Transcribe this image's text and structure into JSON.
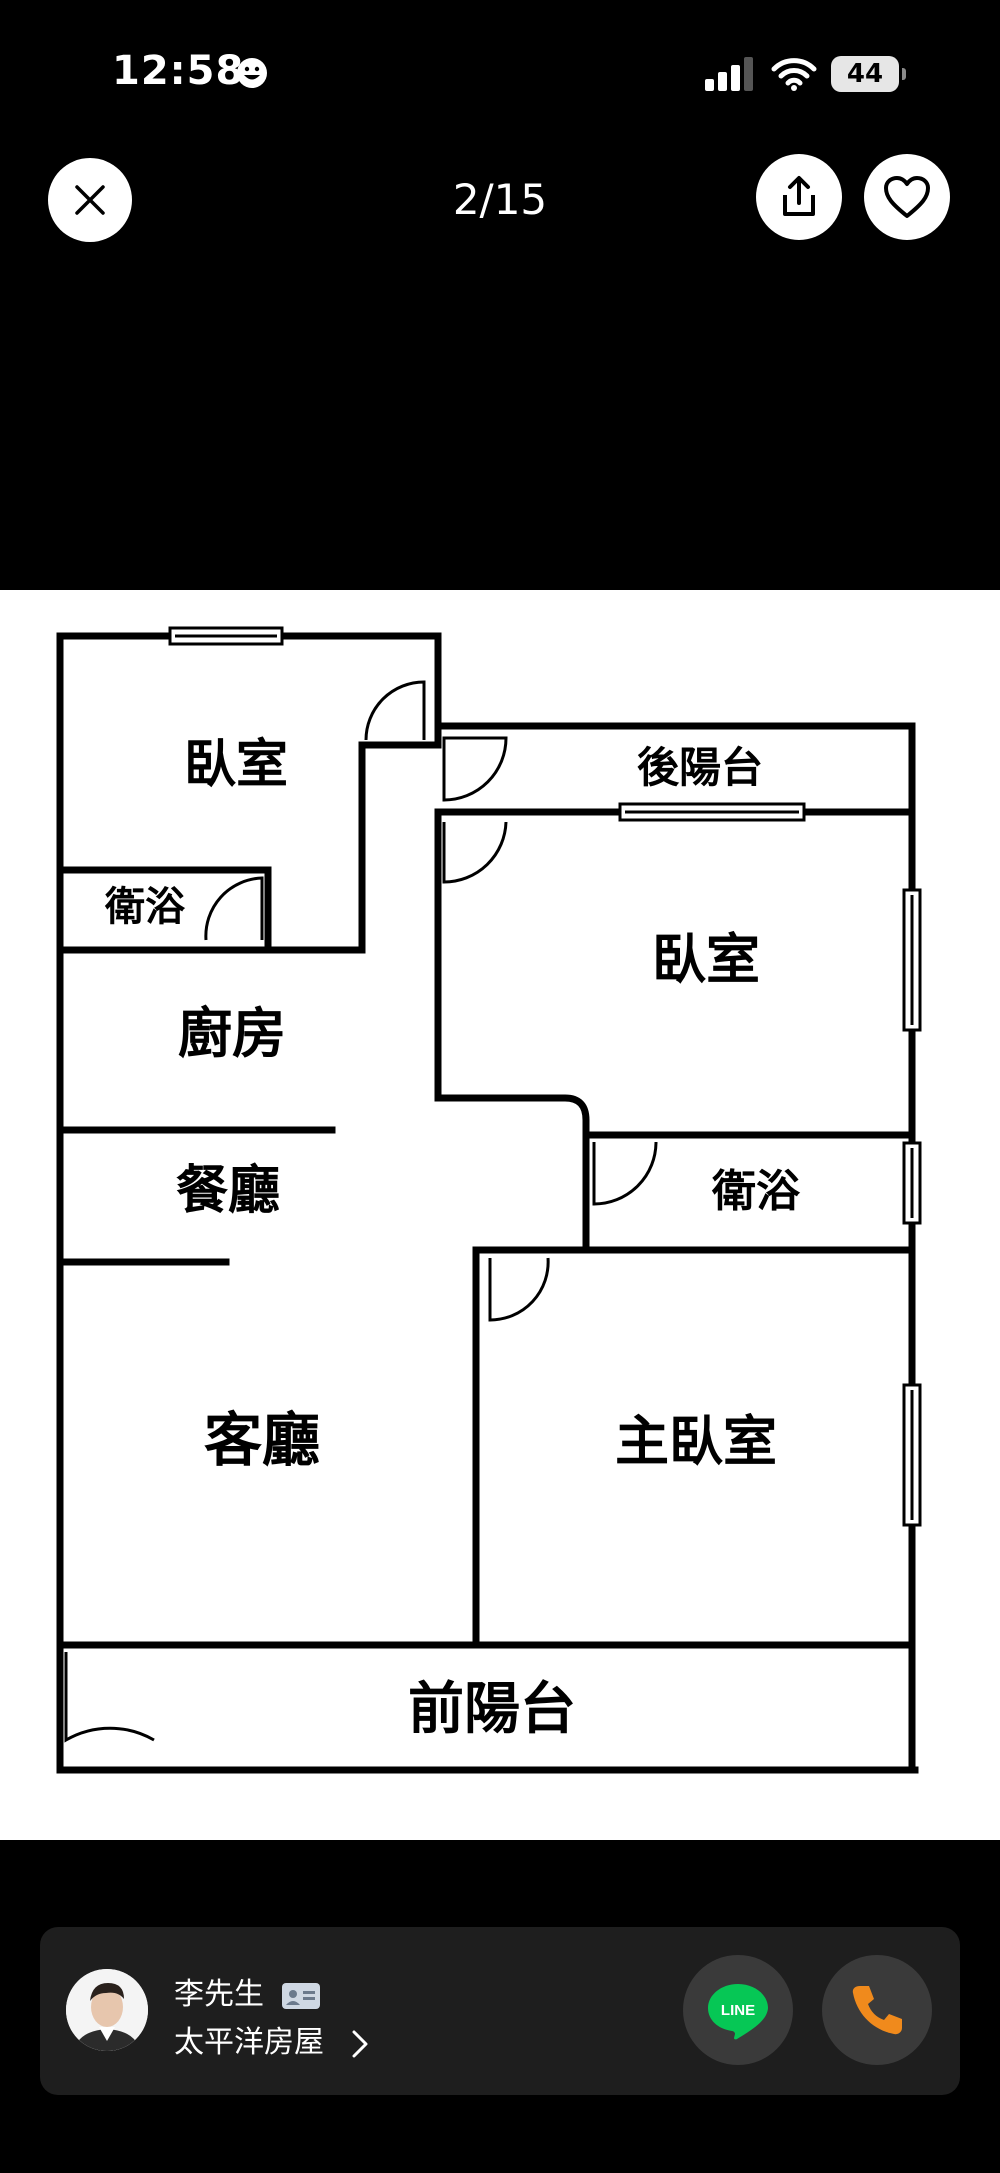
{
  "status_bar": {
    "time": "12:58",
    "battery": "44"
  },
  "top_bar": {
    "counter": "2/15"
  },
  "floorplan": {
    "rooms": {
      "bedroom_top_left": "臥室",
      "bath_left": "衛浴",
      "back_balcony": "後陽台",
      "bedroom_right": "臥室",
      "kitchen": "廚房",
      "dining": "餐廳",
      "bath_right": "衛浴",
      "living": "客廳",
      "master_bedroom": "主臥室",
      "front_balcony": "前陽台"
    }
  },
  "agent": {
    "name": "李先生",
    "company": "太平洋房屋",
    "line_label": "LINE"
  },
  "colors": {
    "background": "#000000",
    "card": "#1e1e1e",
    "line_green": "#06c755",
    "phone_orange": "#f08a1c"
  }
}
